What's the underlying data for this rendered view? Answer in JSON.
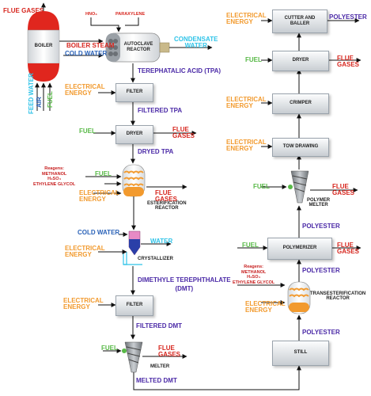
{
  "equipment": {
    "boiler": "BOILER",
    "autoclave_reactor": "AUTOCLAVE\nREACTOR",
    "filter_tpa": "FILTER",
    "dryer_tpa": "DRYER",
    "esterification_reactor": "ESTERIFICATION\nREACTOR",
    "crystallizer": "CRYSTALLIZER",
    "filter_dmt": "FILTER",
    "melter": "MELTER",
    "cutter_baller": "CUTTER AND\nBALLER",
    "dryer_fiber": "DRYER",
    "crimper": "CRIMPER",
    "tow_drawing": "TOW DRAWING",
    "polymer_melter": "POLYMER\nMELTER",
    "polymerizer": "POLYMERIZER",
    "transesterification_reactor": "TRANSESTERIFICATION\nREACTOR",
    "still": "STILL"
  },
  "streams": {
    "flue_gases": "FLUE GASES",
    "flue_gases_stacked": "FLUE\nGASES",
    "boiler_steam": "BOILER STEAM",
    "cold_water": "COLD WATER",
    "condensate_water": "CONDENSATE\nWATER",
    "water": "WATER",
    "hno3": "HNO₃",
    "paraxylene": "PARAXYLENE",
    "feed_water": "FEED WATER",
    "air": "AIR",
    "fuel": "FUEL",
    "electrical_energy": "ELECTRICAL\nENERGY",
    "reagens": "Reagens:\nMETHANOL\nH₂SO₄\nETHYLENE GLYCOL",
    "polyester": "POLYESTER"
  },
  "products": {
    "tpa": "TEREPHATALIC ACID (TPA)",
    "filtered_tpa": "FILTERED TPA",
    "dryed_tpa": "DRYED TPA",
    "dmt": "DIMETHYLE TEREPHTHALATE\n(DMT)",
    "filtered_dmt": "FILTERED DMT",
    "melted_dmt": "MELTED DMT"
  },
  "colors": {
    "flue_gases": "#D7261E",
    "energy": "#F29A2E",
    "fuel": "#58B947",
    "cold_water": "#2A62B8",
    "water_out": "#2FC3E8",
    "products": "#4B2AA7",
    "boiler_red": "#E0261E"
  }
}
